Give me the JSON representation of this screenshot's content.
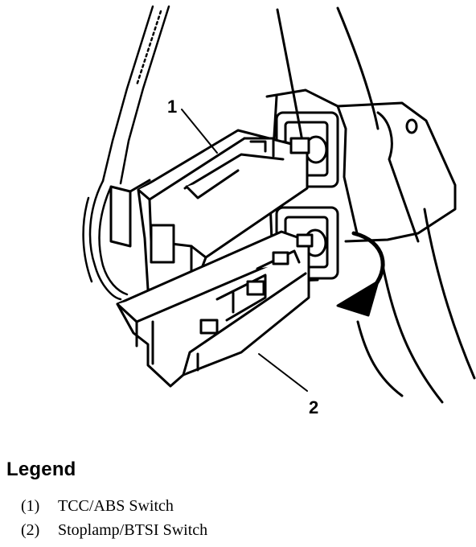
{
  "diagram": {
    "callouts": [
      {
        "id": "1",
        "label": "1"
      },
      {
        "id": "2",
        "label": "2"
      }
    ]
  },
  "legend": {
    "title": "Legend",
    "items": [
      {
        "number": "(1)",
        "text": "TCC/ABS Switch"
      },
      {
        "number": "(2)",
        "text": "Stoplamp/BTSI Switch"
      }
    ]
  }
}
